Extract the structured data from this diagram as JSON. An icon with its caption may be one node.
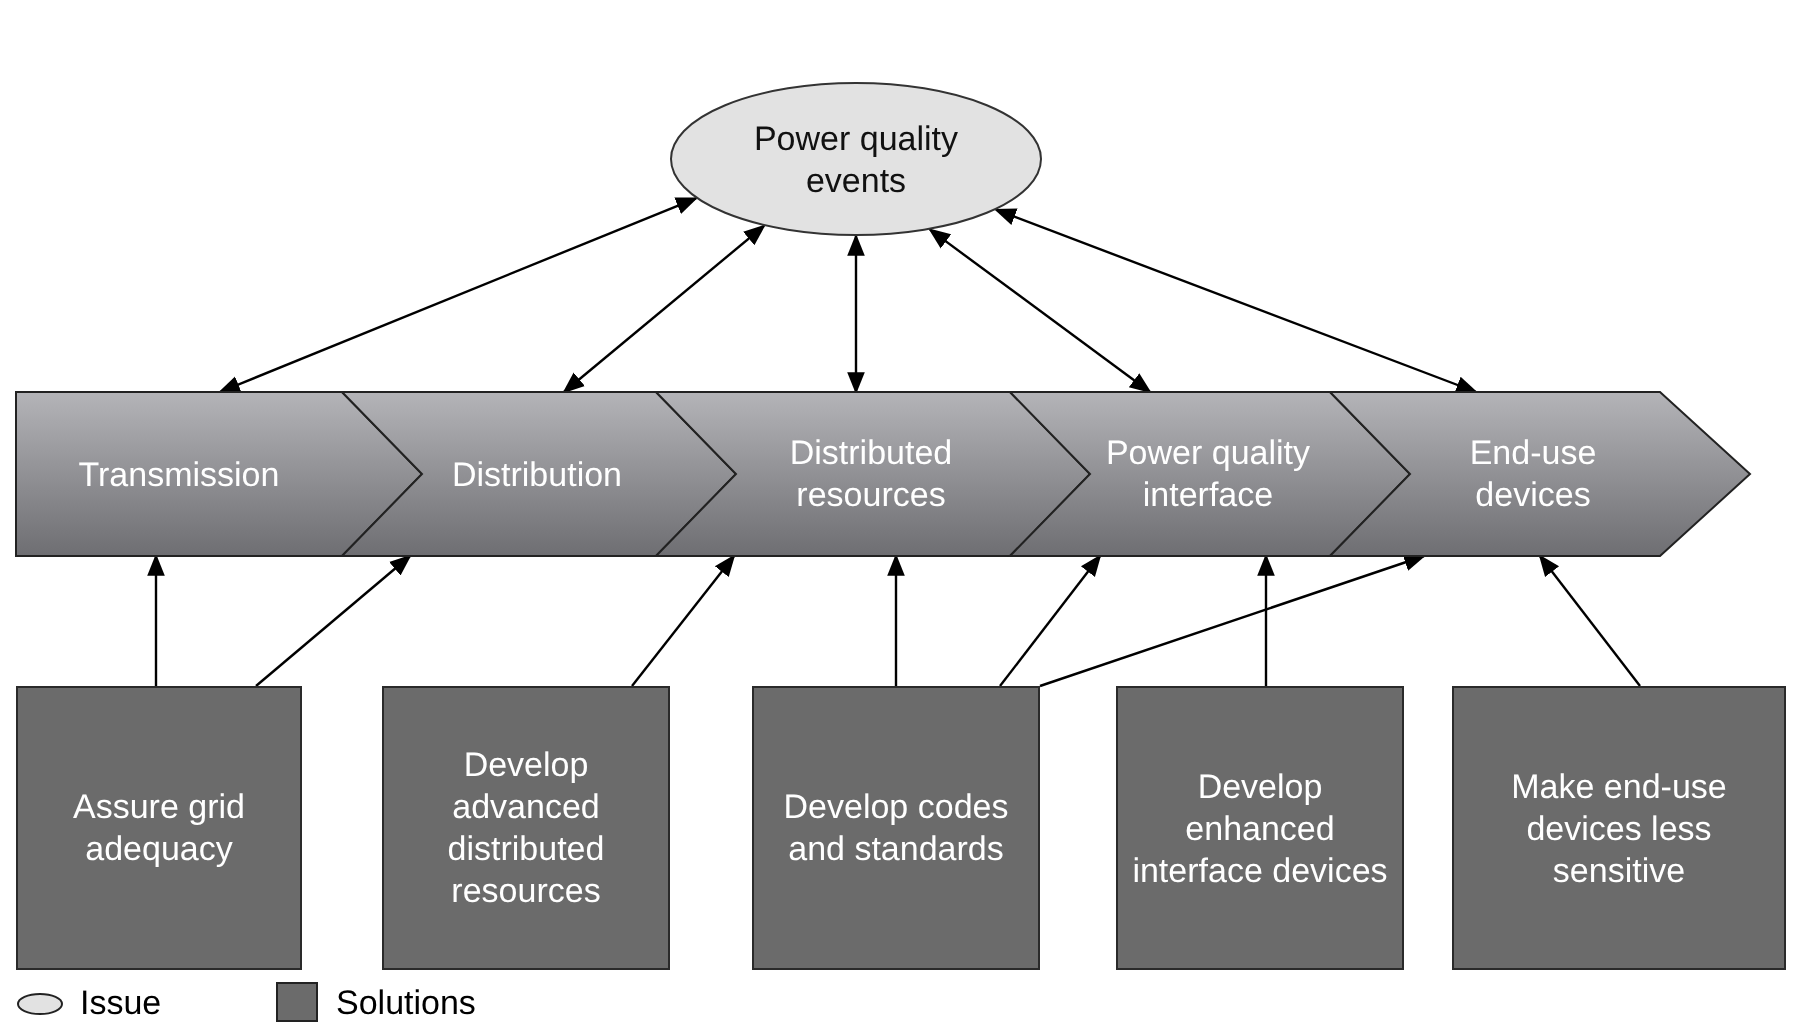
{
  "diagram": {
    "nodes": [
      {
        "text": [
          "Power quality events"
        ]
      },
      {
        "text": [
          "Transmission"
        ]
      },
      {
        "text": [
          "Distribution"
        ]
      },
      {
        "text": [
          "Distributed resources"
        ]
      },
      {
        "text": [
          "Power quality interface"
        ]
      },
      {
        "text": [
          "End-use devices"
        ]
      },
      {
        "text": [
          "Assure grid adequacy"
        ]
      },
      {
        "text": [
          "Develop advanced distributed resources"
        ]
      },
      {
        "text": [
          "Develop codes and standards"
        ]
      },
      {
        "text": [
          "Develop enhanced interface devices"
        ]
      },
      {
        "text": [
          "Make end-use devices less sensitive"
        ]
      }
    ],
    "edges": [
      {
        "from": 0,
        "to": 1,
        "arrow": "both"
      },
      {
        "from": 0,
        "to": 2,
        "arrow": "both"
      },
      {
        "from": 0,
        "to": 3,
        "arrow": "both"
      },
      {
        "from": 0,
        "to": 4,
        "arrow": "both"
      },
      {
        "from": 0,
        "to": 5,
        "arrow": "both"
      },
      {
        "from": 6,
        "to": 1,
        "arrow": "to"
      },
      {
        "from": 6,
        "to": 2,
        "arrow": "to"
      },
      {
        "from": 7,
        "to": 3,
        "arrow": "to"
      },
      {
        "from": 8,
        "to": 3,
        "arrow": "to"
      },
      {
        "from": 8,
        "to": 4,
        "arrow": "to"
      },
      {
        "from": 8,
        "to": 5,
        "arrow": "to"
      },
      {
        "from": 9,
        "to": 4,
        "arrow": "to"
      },
      {
        "from": 10,
        "to": 5,
        "arrow": "to"
      }
    ],
    "legend": [
      {
        "text": "Issue"
      },
      {
        "text": "Solutions",
        "color": "#6b6b6b"
      }
    ]
  }
}
